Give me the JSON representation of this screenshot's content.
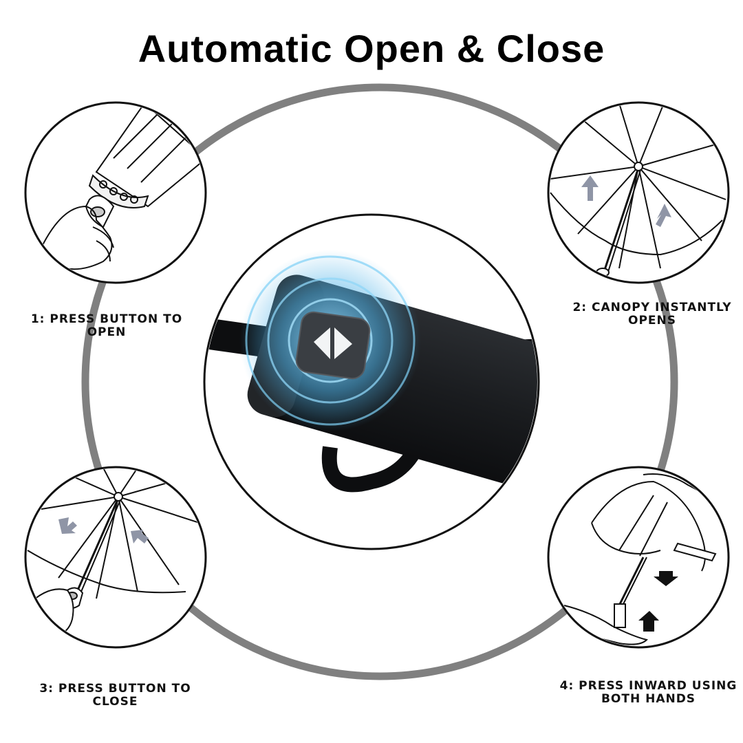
{
  "title": "Automatic Open & Close",
  "steps": [
    {
      "line1": "1: PRESS BUTTON TO",
      "line2": "OPEN"
    },
    {
      "line1": "2: CANOPY INSTANTLY",
      "line2": "OPENS"
    },
    {
      "line1": "3: PRESS BUTTON TO",
      "line2": "CLOSE"
    },
    {
      "line1": "4: PRESS INWARD USING",
      "line2": "BOTH HANDS"
    }
  ],
  "colors": {
    "ring": "#808080",
    "outline": "#111111",
    "handle": "#1c1e21",
    "glow": "#4fb3e8",
    "arrow_gray": "#8f95a6"
  },
  "icons": [
    "umbrella-handle-press-icon",
    "umbrella-open-canopy-icon",
    "umbrella-close-press-icon",
    "umbrella-fold-hands-icon",
    "auto-button-icon"
  ]
}
